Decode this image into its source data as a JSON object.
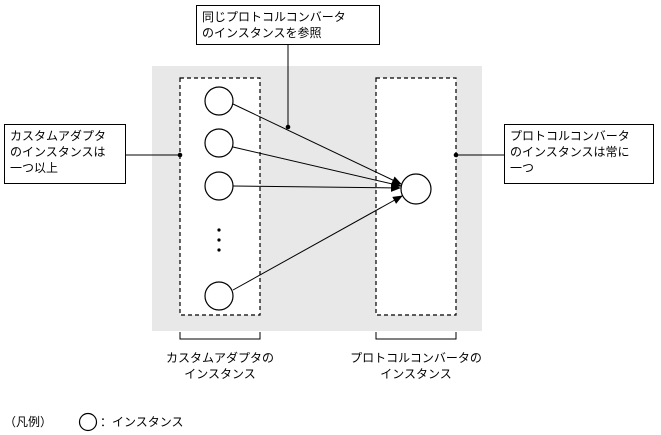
{
  "callouts": {
    "shared_reference": {
      "lines": [
        "同じプロトコルコンバータ",
        "のインスタンスを参照"
      ]
    },
    "adapter_count": {
      "lines": [
        "カスタムアダプタ",
        "のインスタンスは",
        "一つ以上"
      ]
    },
    "converter_count": {
      "lines": [
        "プロトコルコンバータ",
        "のインスタンスは常に",
        "一つ"
      ]
    }
  },
  "captions": {
    "adapter_group": {
      "lines": [
        "カスタムアダプタの",
        "インスタンス"
      ]
    },
    "converter_group": {
      "lines": [
        "プロトコルコンバータの",
        "インスタンス"
      ]
    }
  },
  "legend": {
    "prefix": "（凡例）",
    "item_label": "：インスタンス"
  },
  "colors": {
    "background_panel": "#e8e8e8",
    "line": "#000000"
  }
}
